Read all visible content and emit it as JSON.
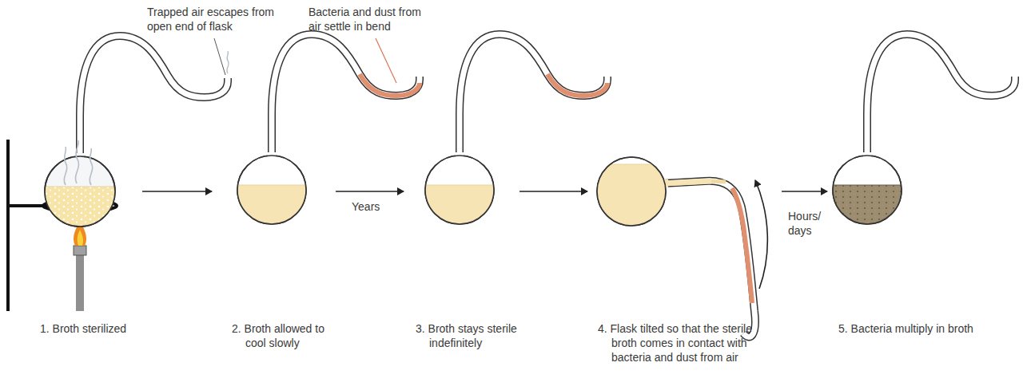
{
  "diagram": {
    "labels": [
      "Trapped air escapes from open end of flask",
      "Bacteria and dust from air settle in bend",
      "Years",
      "Hours/ days",
      "1. Broth sterilized",
      "2. Broth allowed to cool slowly",
      "3. Broth stays sterile indefinitely",
      "4. Flask tilted so that the sterile broth comes in contact with bacteria and dust from air",
      "5. Bacteria multiply in broth"
    ]
  }
}
